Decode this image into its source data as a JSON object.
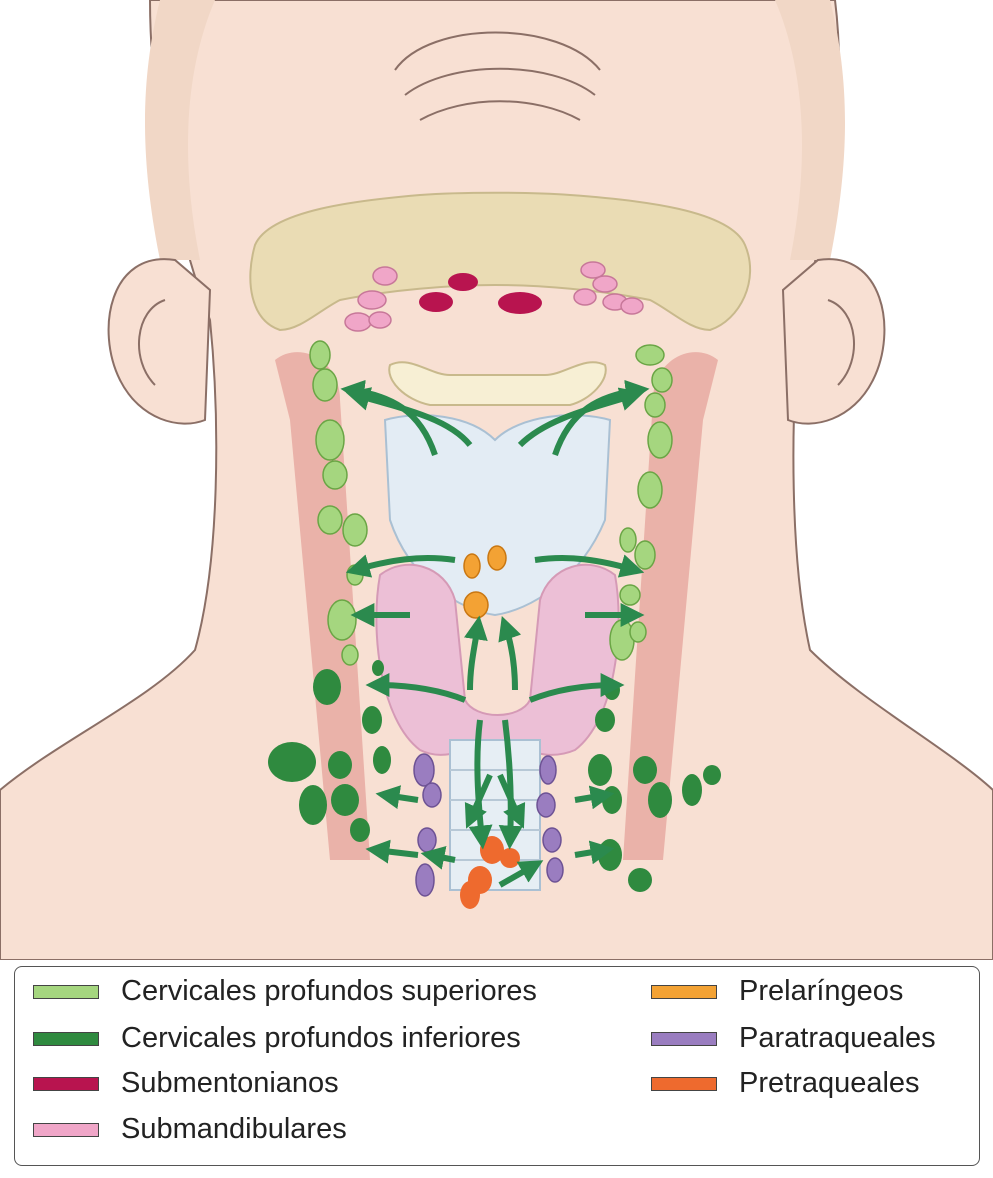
{
  "colors": {
    "background": "#ffffff",
    "skin": "#f8e0d3",
    "skin_outline": "#8b6f66",
    "mandible": "#eadcb4",
    "hyoid": "#f7efd4",
    "thyroid_cartilage": "#e3ecf4",
    "thyroid_gland": "#ecbfd6",
    "trachea": "#e6eef4",
    "muscle": "#e7a9a1",
    "arrow": "#2b8a4e"
  },
  "legend": {
    "items": [
      {
        "label": "Cervicales profundos superiores",
        "color": "#a5d67f"
      },
      {
        "label": "Cervicales profundos inferiores",
        "color": "#2f8a3f"
      },
      {
        "label": "Submentonianos",
        "color": "#b8144f"
      },
      {
        "label": "Submandibulares",
        "color": "#f0a6c8"
      },
      {
        "label": "Prelaríngeos",
        "color": "#f3a234"
      },
      {
        "label": "Paratraqueales",
        "color": "#9a7dc0"
      },
      {
        "label": "Pretraqueales",
        "color": "#ee6a2e"
      }
    ]
  }
}
